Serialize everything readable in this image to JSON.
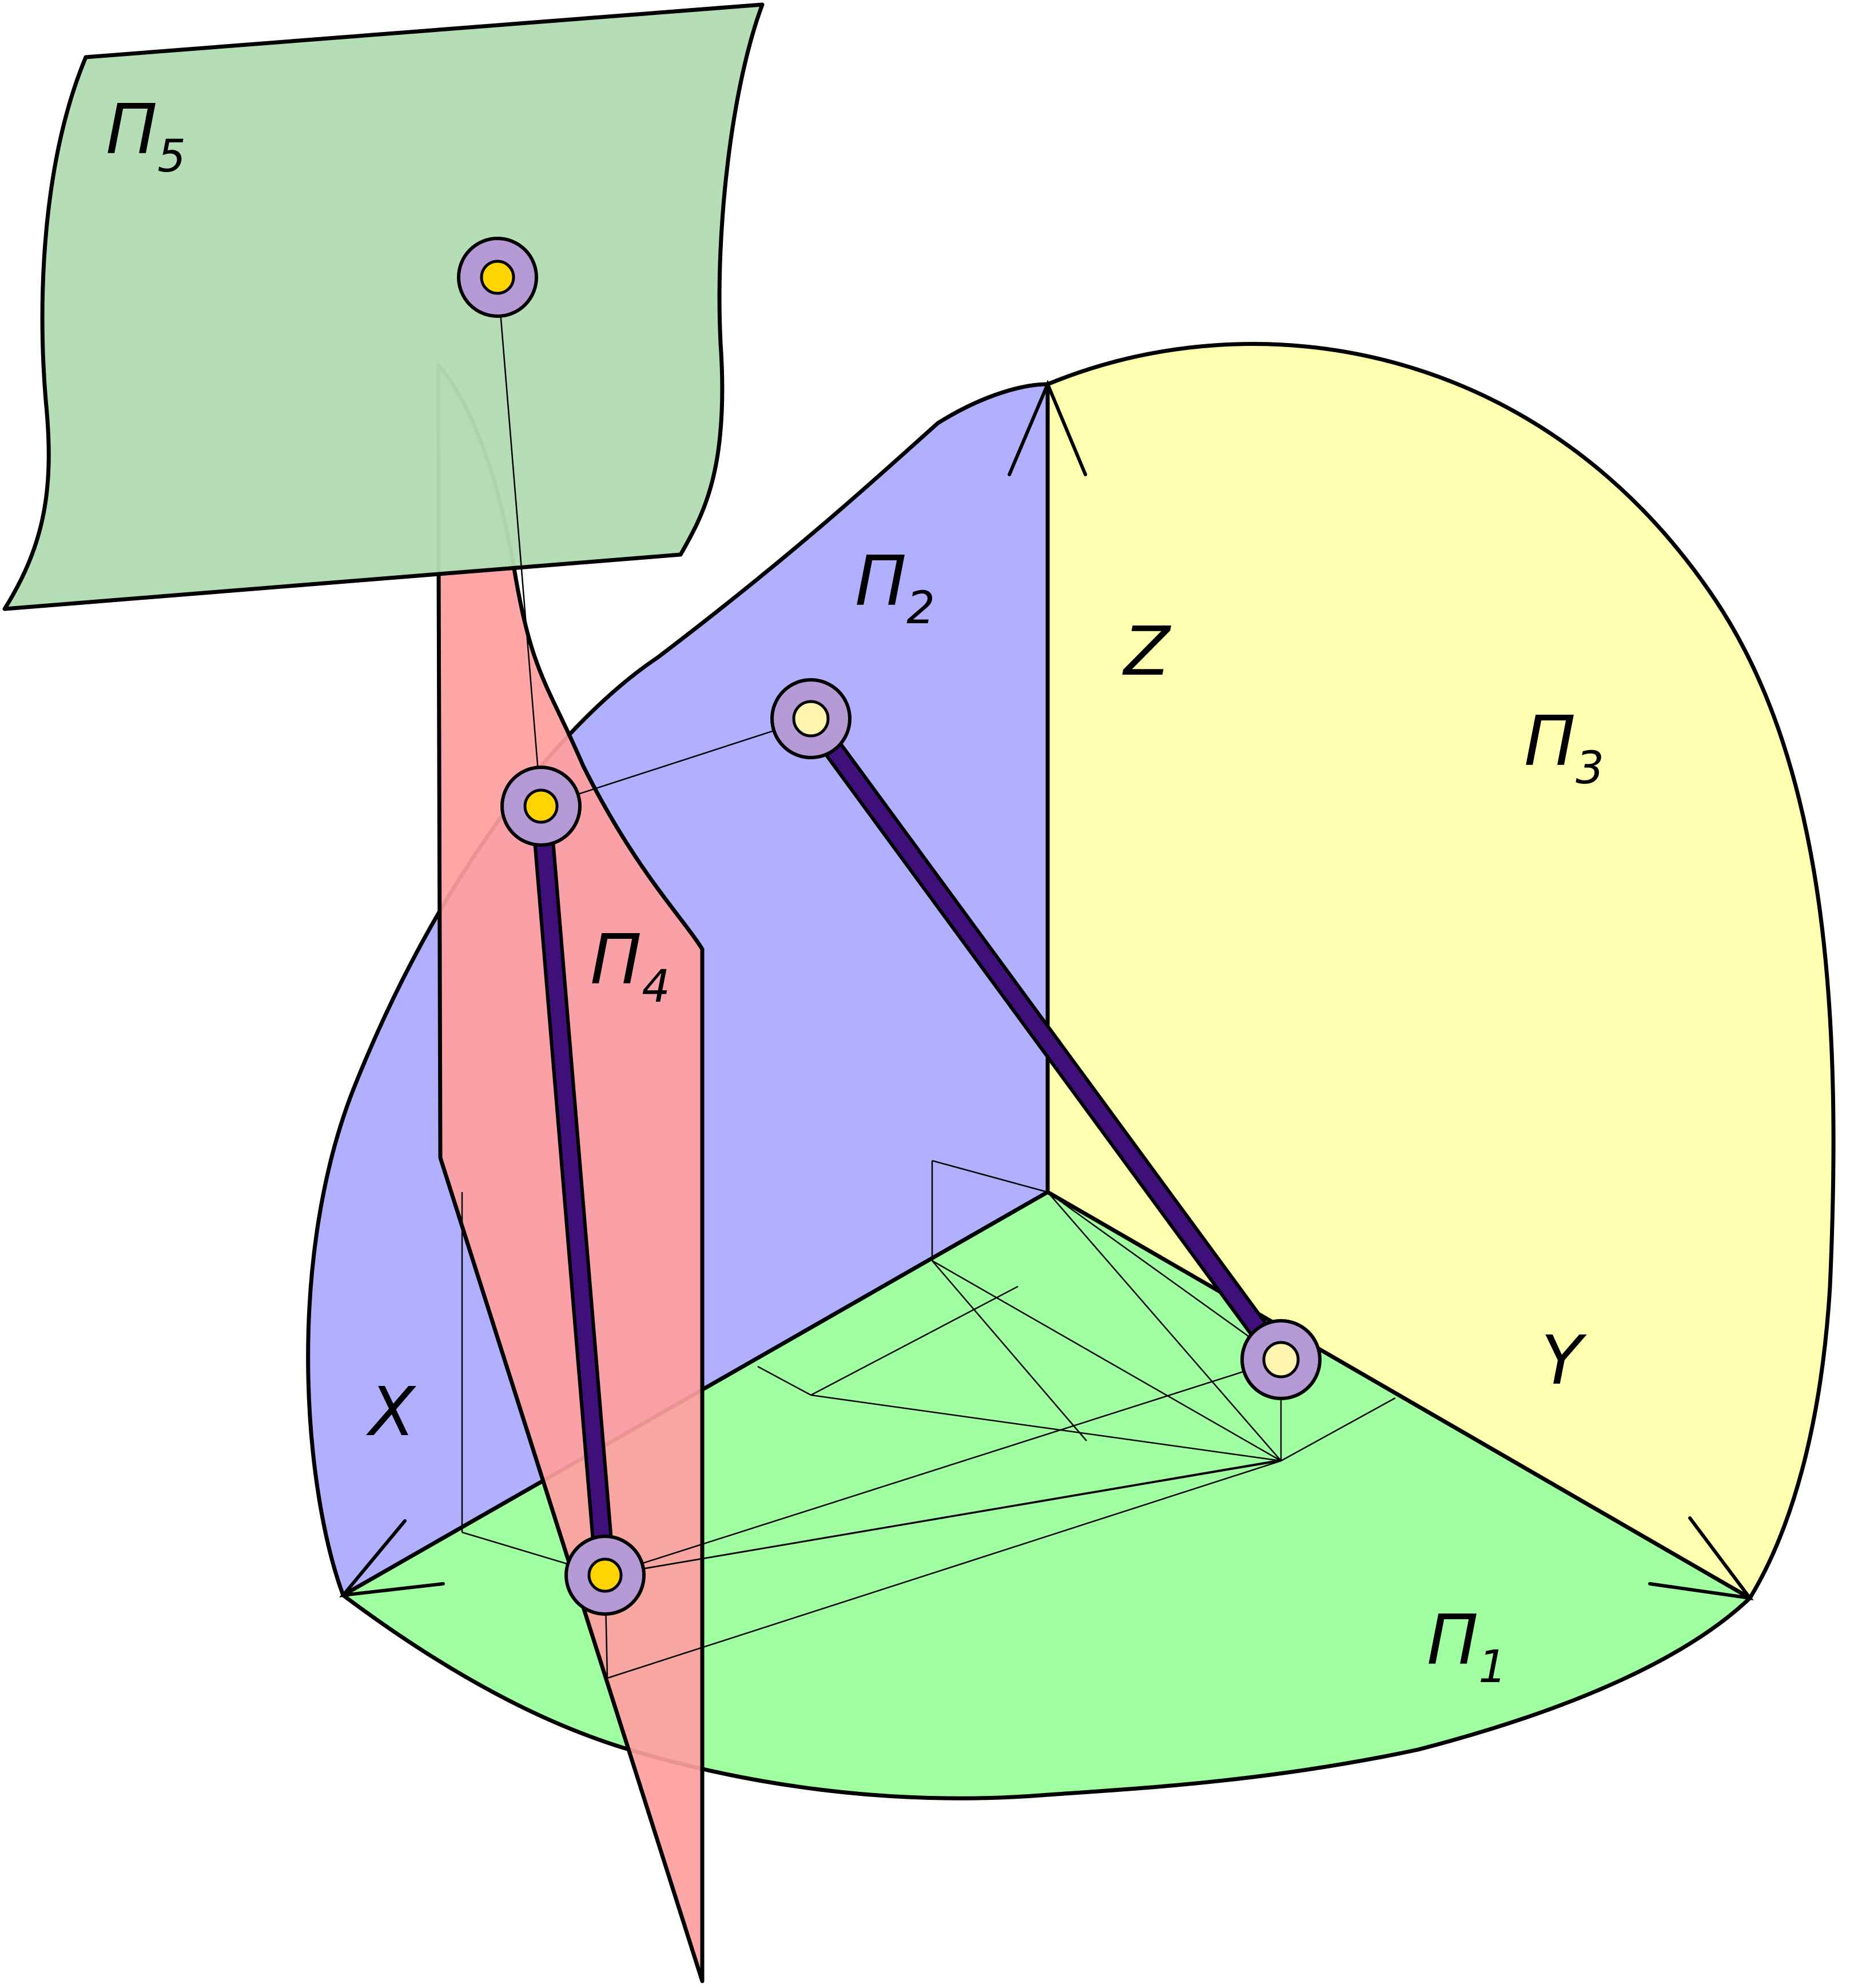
{
  "planes": {
    "p1": {
      "label": "Π",
      "sub": "1",
      "color": "#a0ffa0"
    },
    "p2": {
      "label": "Π",
      "sub": "2",
      "color": "#b0b0ff"
    },
    "p3": {
      "label": "Π",
      "sub": "3",
      "color": "#ffffb0"
    },
    "p4": {
      "label": "Π",
      "sub": "4",
      "color": "#ffa0a0"
    },
    "p5": {
      "label": "Π",
      "sub": "5",
      "color": "#b2ddb4"
    }
  },
  "axes": {
    "x": "X",
    "y": "Y",
    "z": "Z"
  },
  "colors": {
    "segment": "#3f0f7a",
    "point_ring": "#b59ad6",
    "point_core_yellow": "#ffd400",
    "point_core_pale": "#fff3b0",
    "outline": "#000000"
  }
}
